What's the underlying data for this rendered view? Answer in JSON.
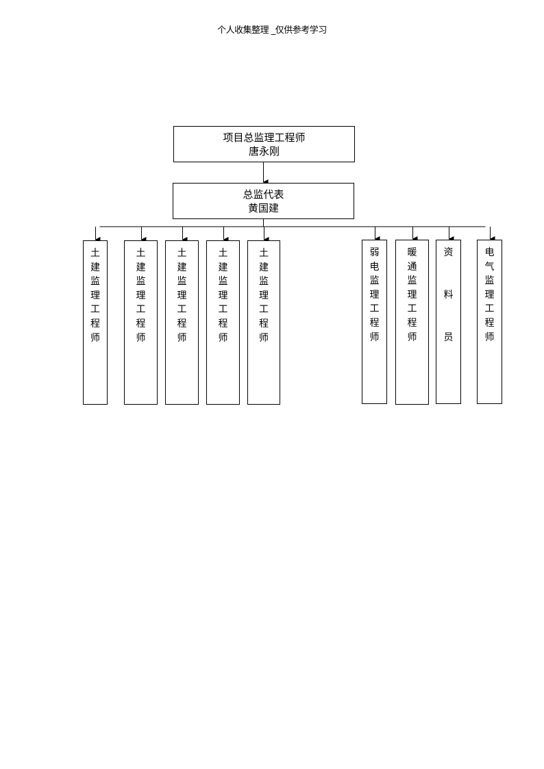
{
  "header": {
    "text": "个人收集整理 _仅供参考学习"
  },
  "chart": {
    "director": {
      "title": "项目总监理工程师",
      "name": "唐永刚"
    },
    "deputy": {
      "title": "总监代表",
      "name": "黄国建"
    },
    "staff": [
      {
        "label": "土建监理工程师"
      },
      {
        "label": "土建监理工程师"
      },
      {
        "label": "土建监理工程师"
      },
      {
        "label": "土建监理工程师"
      },
      {
        "label": "土建监理工程师"
      },
      {
        "label": "弱电监理工程师"
      },
      {
        "label": "暖通监理工程师"
      },
      {
        "label": "资料员"
      },
      {
        "label": "电气监理工程师"
      }
    ]
  },
  "colors": {
    "line": "#000000",
    "background": "#ffffff"
  }
}
